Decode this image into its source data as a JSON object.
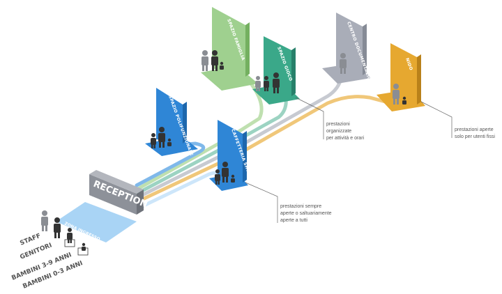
{
  "reception": "RECEPTION",
  "entry_zone": "ZONA INGRESSO",
  "rooms": {
    "spazio_polifunzionale": "SPAZIO POLIFUNZIONALE",
    "caffetteria_shop": "CAFFETTERIA SHOP",
    "spazio_famiglia": "SPAZIO FAMIGLIA",
    "spazio_gioco": "SPAZIO GIOCO",
    "centro_documentazione": "CENTRO DOCUMENTAZIONE",
    "nido": "NIDO"
  },
  "notes": {
    "sempre_aperte": [
      "prestazioni sempre",
      "aperte o saltuariamente",
      "aperte a tutti"
    ],
    "organizzate": [
      "prestazioni",
      "organizzate",
      "per attività e orari"
    ],
    "utenti_fissi": [
      "prestazioni aperte",
      "solo per utenti fissi"
    ]
  },
  "legend": {
    "staff": "STAFF",
    "genitori": "GENITORI",
    "bambini_3_9": "BAMBINI 3-9 ANNI",
    "bambini_0_3": "BAMBINI 0-3 ANNI"
  },
  "colors": {
    "blue": "#2f86d6",
    "light_blue": "#a9d4f5",
    "green_light": "#9fd08f",
    "teal": "#3aa889",
    "grey": "#a9adb8",
    "orange": "#e6a830",
    "reception": "#9ca0a8"
  }
}
